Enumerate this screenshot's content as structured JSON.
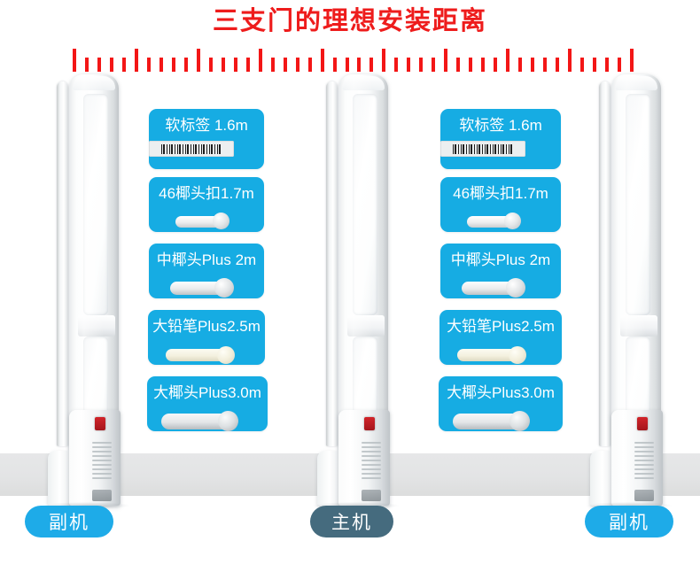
{
  "title": "三支门的理想安装距离",
  "colors": {
    "title_red": "#ee1c1c",
    "ruler_red": "#f31616",
    "badge_blue": "#16ace3",
    "pill_blue": "#1eabe8",
    "pill_slate": "#456b7e",
    "floor_grey": "#e4e5e6",
    "led_red": "#c5212a"
  },
  "ruler": {
    "segments": 9,
    "minor_per_segment": 5,
    "orientation": "horizontal"
  },
  "tag_columns": [
    {
      "id": "left-column",
      "tags": [
        {
          "label": "软标签 1.6m",
          "art": "soft-label-barcode",
          "distance_m": 1.6
        },
        {
          "label": "46椰头扣1.7m",
          "art": "hard-tag-coconut-small",
          "distance_m": 1.7
        },
        {
          "label": "中椰头Plus 2m",
          "art": "hard-tag-coconut-mid",
          "distance_m": 2.0
        },
        {
          "label": "大铅笔Plus2.5m",
          "art": "hard-tag-pencil-large",
          "distance_m": 2.5
        },
        {
          "label": "大椰头Plus3.0m",
          "art": "hard-tag-coconut-large",
          "distance_m": 3.0
        }
      ]
    },
    {
      "id": "right-column",
      "tags": [
        {
          "label": "软标签 1.6m",
          "art": "soft-label-barcode",
          "distance_m": 1.6
        },
        {
          "label": "46椰头扣1.7m",
          "art": "hard-tag-coconut-small",
          "distance_m": 1.7
        },
        {
          "label": "中椰头Plus 2m",
          "art": "hard-tag-coconut-mid",
          "distance_m": 2.0
        },
        {
          "label": "大铅笔Plus2.5m",
          "art": "hard-tag-pencil-large",
          "distance_m": 2.5
        },
        {
          "label": "大椰头Plus3.0m",
          "art": "hard-tag-coconut-large",
          "distance_m": 3.0
        }
      ]
    }
  ],
  "gates": [
    {
      "id": "gate-left",
      "role_label": "副机"
    },
    {
      "id": "gate-center",
      "role_label": "主机"
    },
    {
      "id": "gate-right",
      "role_label": "副机"
    }
  ],
  "footer_pills": [
    {
      "label": "副机",
      "style": "sub"
    },
    {
      "label": "主机",
      "style": "main"
    },
    {
      "label": "副机",
      "style": "sub"
    }
  ]
}
